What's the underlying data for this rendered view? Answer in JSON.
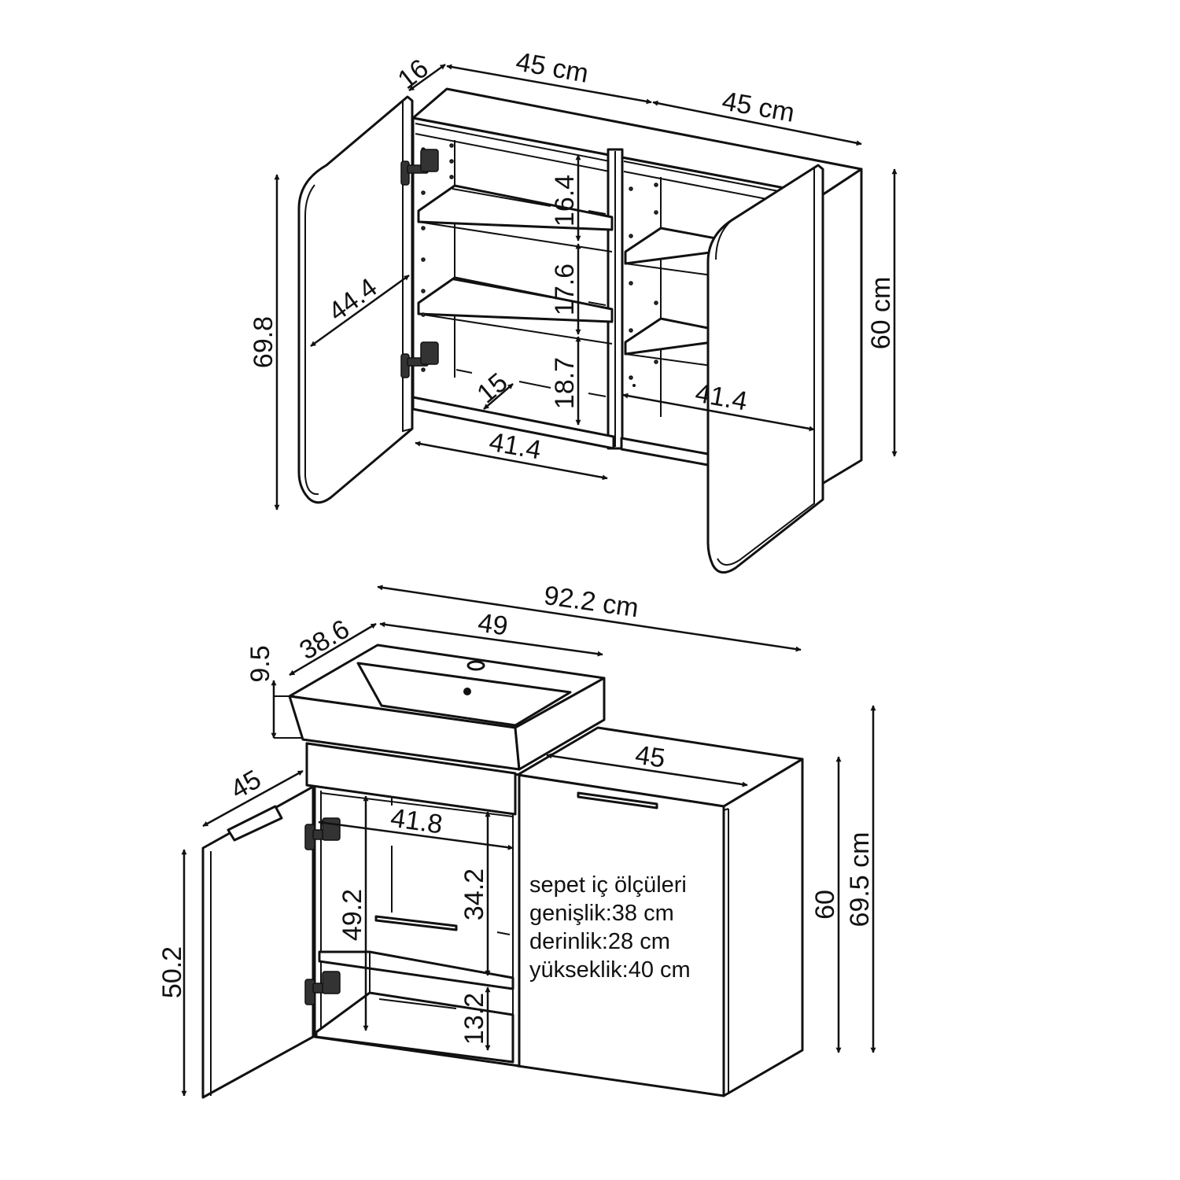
{
  "upper_cabinet": {
    "depth": "16",
    "width_left": "45 cm",
    "width_right": "45 cm",
    "door_height": "69.8",
    "door_diagonal": "44.4",
    "shelf_top": "16.4",
    "shelf_middle": "17.6",
    "shelf_bottom": "18.7",
    "inner_depth": "15",
    "inner_width_left": "41.4",
    "inner_width_right": "41.4",
    "height": "60 cm"
  },
  "lower_cabinet": {
    "total_width": "92.2 cm",
    "sink_width": "49",
    "sink_depth": "38.6",
    "sink_height": "9.5",
    "top_width": "45",
    "door_depth": "45",
    "inner_width": "41.8",
    "door_height": "50.2",
    "inner_height": "49.2",
    "upper_space": "34.2",
    "lower_space": "13.2",
    "cabinet_height": "60",
    "total_height": "69.5 cm",
    "basket_note": {
      "title": "sepet iç ölçüleri",
      "width": "genişlik:38 cm",
      "depth": "derinlik:28 cm",
      "height": "yükseklik:40 cm"
    }
  }
}
